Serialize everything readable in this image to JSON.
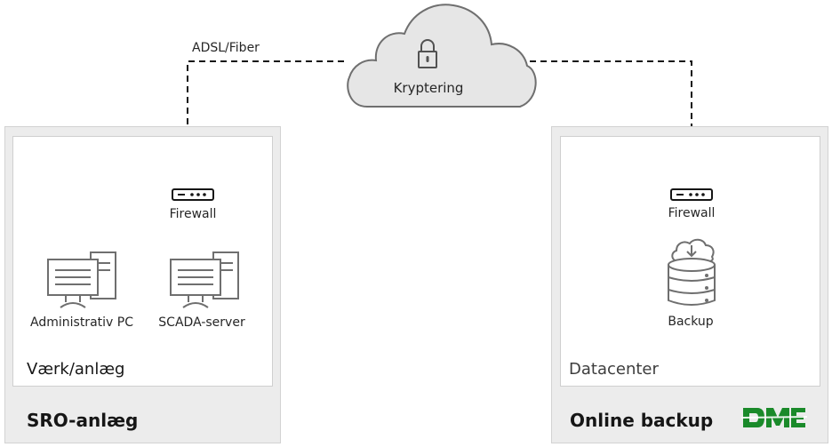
{
  "connection": {
    "label": "ADSL/Fiber"
  },
  "cloud": {
    "label": "Kryptering",
    "icon": "lock-icon"
  },
  "left_zone": {
    "title": "SRO-anlæg",
    "inner_title": "Værk/anlæg",
    "firewall": {
      "label": "Firewall",
      "icon": "firewall-icon"
    },
    "devices": [
      {
        "label": "Administrativ PC",
        "icon": "desktop-computer-icon"
      },
      {
        "label": "SCADA-server",
        "icon": "desktop-computer-icon"
      }
    ]
  },
  "right_zone": {
    "title": "Online backup",
    "inner_title": "Datacenter",
    "firewall": {
      "label": "Firewall",
      "icon": "firewall-icon"
    },
    "backup": {
      "label": "Backup",
      "icon": "cloud-database-icon"
    },
    "logo": {
      "text": "DME",
      "color": "#1a8a2a"
    }
  },
  "colors": {
    "zone_bg": "#ececec",
    "line": "#161616",
    "logo_green": "#1a8a2a"
  }
}
